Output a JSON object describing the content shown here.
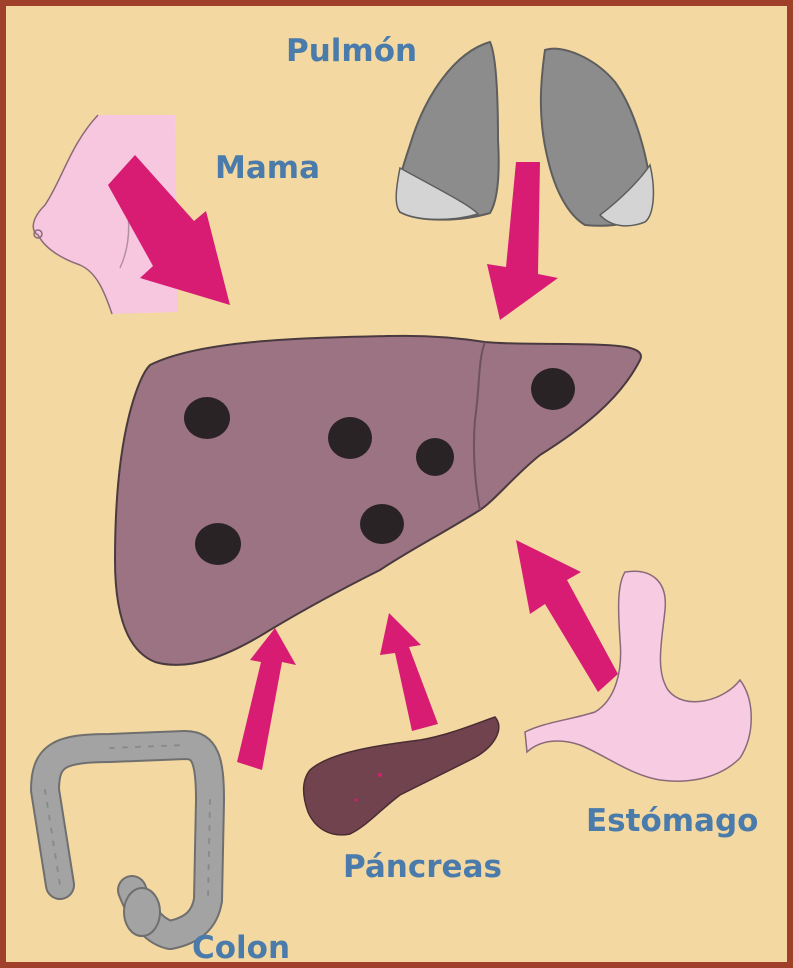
{
  "colors": {
    "background": "#f3d9a1",
    "border": "#a0402a",
    "label_text": "#4a7bab",
    "arrow": "#d81c74",
    "liver": "#9b7383",
    "liver_lesion": "#2a2326",
    "lung": "#8c8c8c",
    "breast": "#f7c7df",
    "colon": "#a3a3a3",
    "pancreas": "#70434f",
    "stomach": "#f7cbe2"
  },
  "labels": {
    "lung": "Pulmón",
    "breast": "Mama",
    "colon": "Colon",
    "pancreas": "Páncreas",
    "stomach": "Estómago"
  }
}
